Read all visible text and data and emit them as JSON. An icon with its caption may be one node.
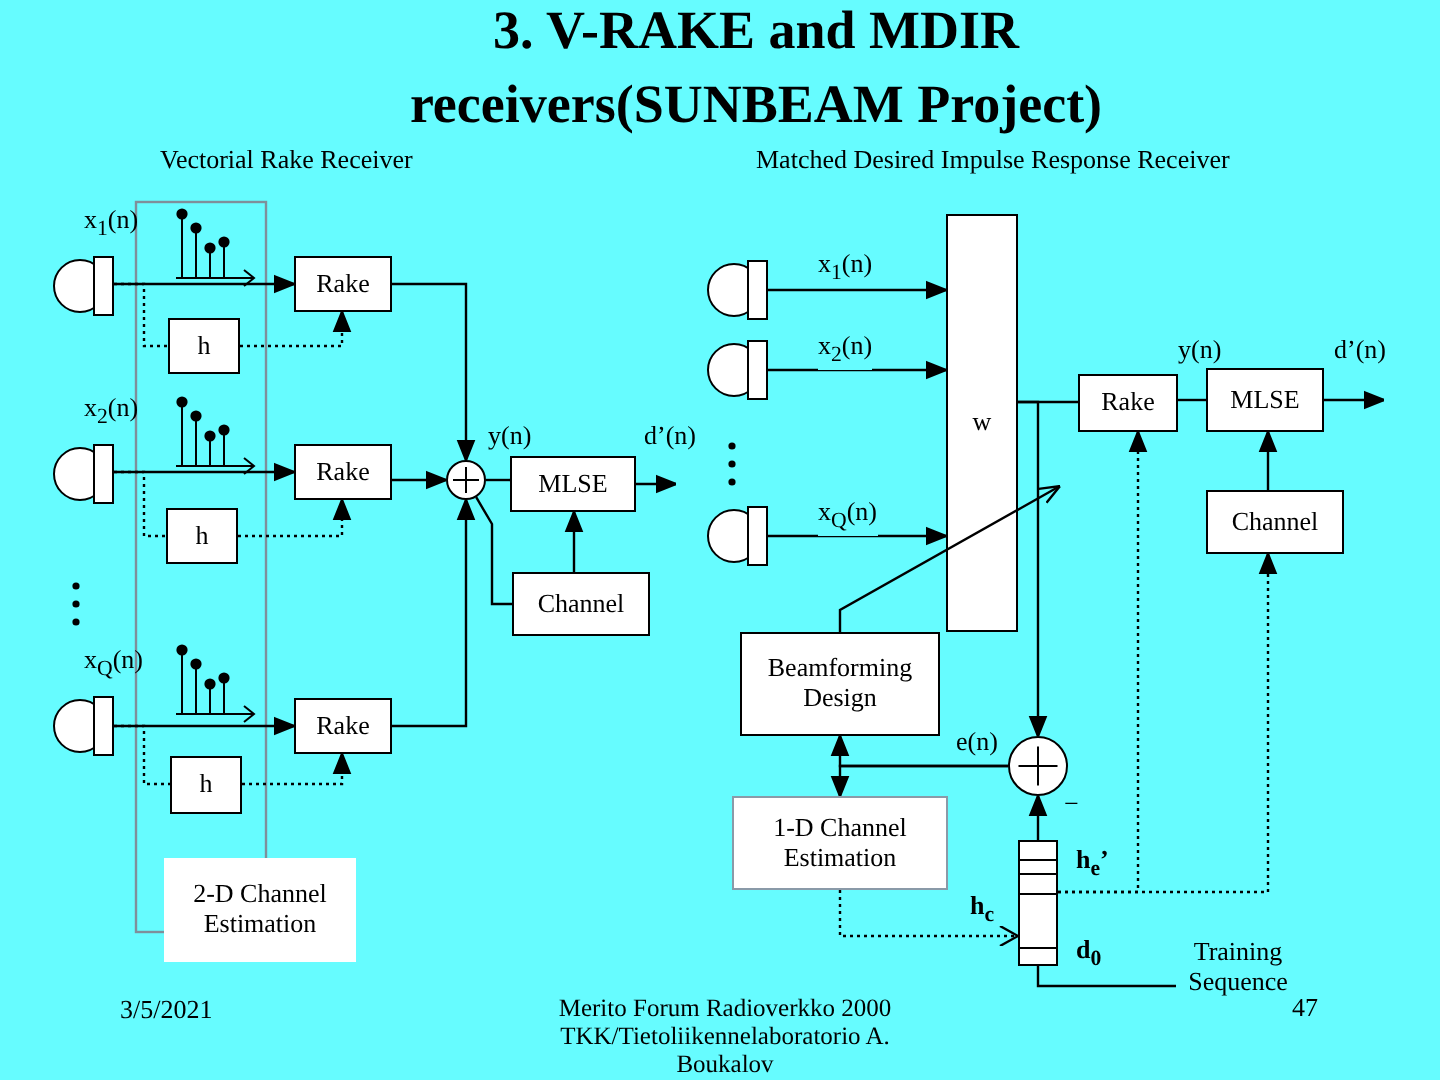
{
  "diagram": {
    "title": "3. V-RAKE and MDIR receivers(SUNBEAM Project)",
    "nodes": [
      {
        "text": [],
        "shape": "antenna",
        "beside": [
          "x$_{1}$(n)"
        ]
      },
      {
        "text": [
          "Rake"
        ]
      },
      {
        "text": [
          "h"
        ]
      },
      {
        "text": [],
        "shape": "antenna",
        "beside": [
          "x$_{2}$(n)"
        ]
      },
      {
        "text": [
          "Rake"
        ]
      },
      {
        "text": [
          "h"
        ]
      },
      {
        "text": [],
        "shape": "antenna",
        "beside": [
          "x$_{Q}$(n)"
        ]
      },
      {
        "text": [
          "Rake"
        ]
      },
      {
        "text": [
          "h"
        ]
      },
      {
        "text": [
          "2-D Channel Estimation"
        ]
      },
      {
        "text": [],
        "shape": "circle"
      },
      {
        "text": [
          "MLSE"
        ]
      },
      {
        "text": [
          "Channel"
        ]
      },
      {
        "text": [],
        "shape": "antenna"
      },
      {
        "text": [],
        "shape": "antenna"
      },
      {
        "text": [],
        "shape": "antenna"
      },
      {
        "text": [
          "w"
        ]
      },
      {
        "text": [
          "Rake"
        ]
      },
      {
        "text": [
          "MLSE"
        ]
      },
      {
        "text": [
          "Channel"
        ]
      },
      {
        "text": [
          "Beamforming Design"
        ]
      },
      {
        "text": [],
        "shape": "circle"
      },
      {
        "text": [
          "1-D Channel Estimation"
        ]
      },
      {
        "text": [],
        "shape": "stack",
        "beside": [
          "h$_{e}$’",
          "h$_{c}$",
          "d$_{0}$"
        ]
      },
      {
        "text": [
          "Training Sequence"
        ]
      }
    ],
    "edges": [
      {
        "from": 0,
        "to": 1,
        "arrow": "to"
      },
      {
        "from": 0,
        "to": 2,
        "arrow": "none",
        "style": "dashed"
      },
      {
        "from": 2,
        "to": 1,
        "arrow": "to",
        "style": "dashed"
      },
      {
        "from": 3,
        "to": 4,
        "arrow": "to"
      },
      {
        "from": 3,
        "to": 5,
        "arrow": "none",
        "style": "dashed"
      },
      {
        "from": 5,
        "to": 4,
        "arrow": "to",
        "style": "dashed"
      },
      {
        "from": 6,
        "to": 7,
        "arrow": "to"
      },
      {
        "from": 6,
        "to": 8,
        "arrow": "none",
        "style": "dashed"
      },
      {
        "from": 8,
        "to": 7,
        "arrow": "to",
        "style": "dashed"
      },
      {
        "from": 1,
        "to": 10,
        "arrow": "to"
      },
      {
        "from": 4,
        "to": 10,
        "arrow": "to"
      },
      {
        "from": 7,
        "to": 10,
        "arrow": "to"
      },
      {
        "from": 10,
        "to": 11,
        "arrow": "none",
        "label": "y(n)"
      },
      {
        "from": 11,
        "to": null,
        "arrow": "to",
        "label": "d’(n)"
      },
      {
        "from": 12,
        "to": 11,
        "arrow": "to"
      },
      {
        "from": 10,
        "to": 12,
        "arrow": "none"
      },
      {
        "from": 13,
        "to": 16,
        "arrow": "to",
        "label": "x$_{1}$(n)"
      },
      {
        "from": 14,
        "to": 16,
        "arrow": "to",
        "label": "x$_{2}$(n)"
      },
      {
        "from": 15,
        "to": 16,
        "arrow": "to",
        "label": "x$_{Q}$(n)"
      },
      {
        "from": 16,
        "to": 17,
        "arrow": "none"
      },
      {
        "from": 17,
        "to": 18,
        "arrow": "none",
        "label": "y(n)"
      },
      {
        "from": 18,
        "to": null,
        "arrow": "to",
        "label": "d’(n)"
      },
      {
        "from": 19,
        "to": 18,
        "arrow": "to"
      },
      {
        "from": 16,
        "to": 21,
        "arrow": "to"
      },
      {
        "from": 21,
        "to": 20,
        "arrow": "to"
      },
      {
        "from": 21,
        "to": 22,
        "arrow": "to"
      },
      {
        "from": 23,
        "to": 21,
        "arrow": "to"
      },
      {
        "from": 24,
        "to": 23,
        "arrow": "none"
      },
      {
        "from": 22,
        "to": 23,
        "arrow": "to",
        "style": "dashed"
      },
      {
        "from": 23,
        "to": 17,
        "arrow": "to",
        "style": "dashed"
      },
      {
        "from": 23,
        "to": 19,
        "arrow": "to",
        "style": "dashed"
      },
      {
        "from": 20,
        "to": 16,
        "arrow": "to"
      }
    ],
    "labels": [
      "Vectorial Rake Receiver",
      "Matched Desired Impulse Response Receiver",
      "e(n)",
      "−",
      "3/5/2021",
      "Merito Forum Radioverkko 2000 TKK/Tietoliikennelaboratorio A. Boukalov",
      "47"
    ]
  }
}
